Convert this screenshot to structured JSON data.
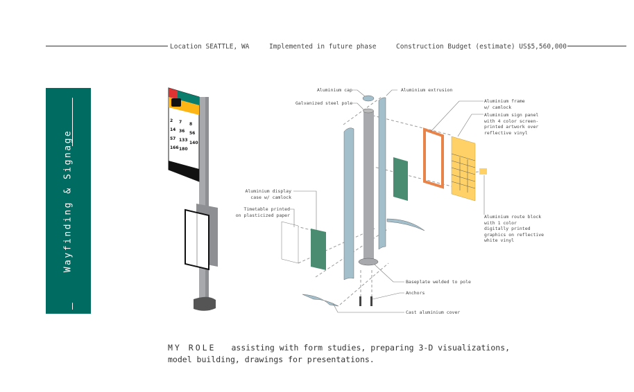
{
  "header": {
    "location": "Location SEATTLE, WA",
    "phase": "Implemented in future phase",
    "budget": "Construction Budget (estimate) US$5,560,000"
  },
  "sidebar": {
    "title": "Wayfinding & Signage"
  },
  "labels": {
    "cap": "Aluminium cap",
    "extrusion": "Aluminium extrusion",
    "pole": "Galvanized steel pole",
    "frame": [
      "Aluminium frame",
      "w/ camlock"
    ],
    "panel": [
      "Aluminium sign panel",
      "with 4 color screen-",
      "printed artwork over",
      "reflective vinyl"
    ],
    "display": [
      "Aluminium display",
      "case w/ camlock"
    ],
    "timetable": [
      "Timetable printed",
      "on plasticized paper"
    ],
    "route": [
      "Aluminium route block",
      "with 1 color",
      "digitally printed",
      "graphics on reflective",
      "white vinyl"
    ],
    "baseplate": "Baseplate welded to pole",
    "anchors": "Anchors",
    "cover": "Cast aluminium cover"
  },
  "role": {
    "label": "MY ROLE",
    "line1": "assisting with form studies, preparing 3-D visualizations,",
    "line2": "model building, drawings for presentations."
  },
  "colors": {
    "teal": "#006b60",
    "panel": "#ffd166",
    "frame": "#e8834a",
    "green": "#4a8c72",
    "extrusion": "#a3bfcc",
    "pole": "#a7a9ac"
  }
}
